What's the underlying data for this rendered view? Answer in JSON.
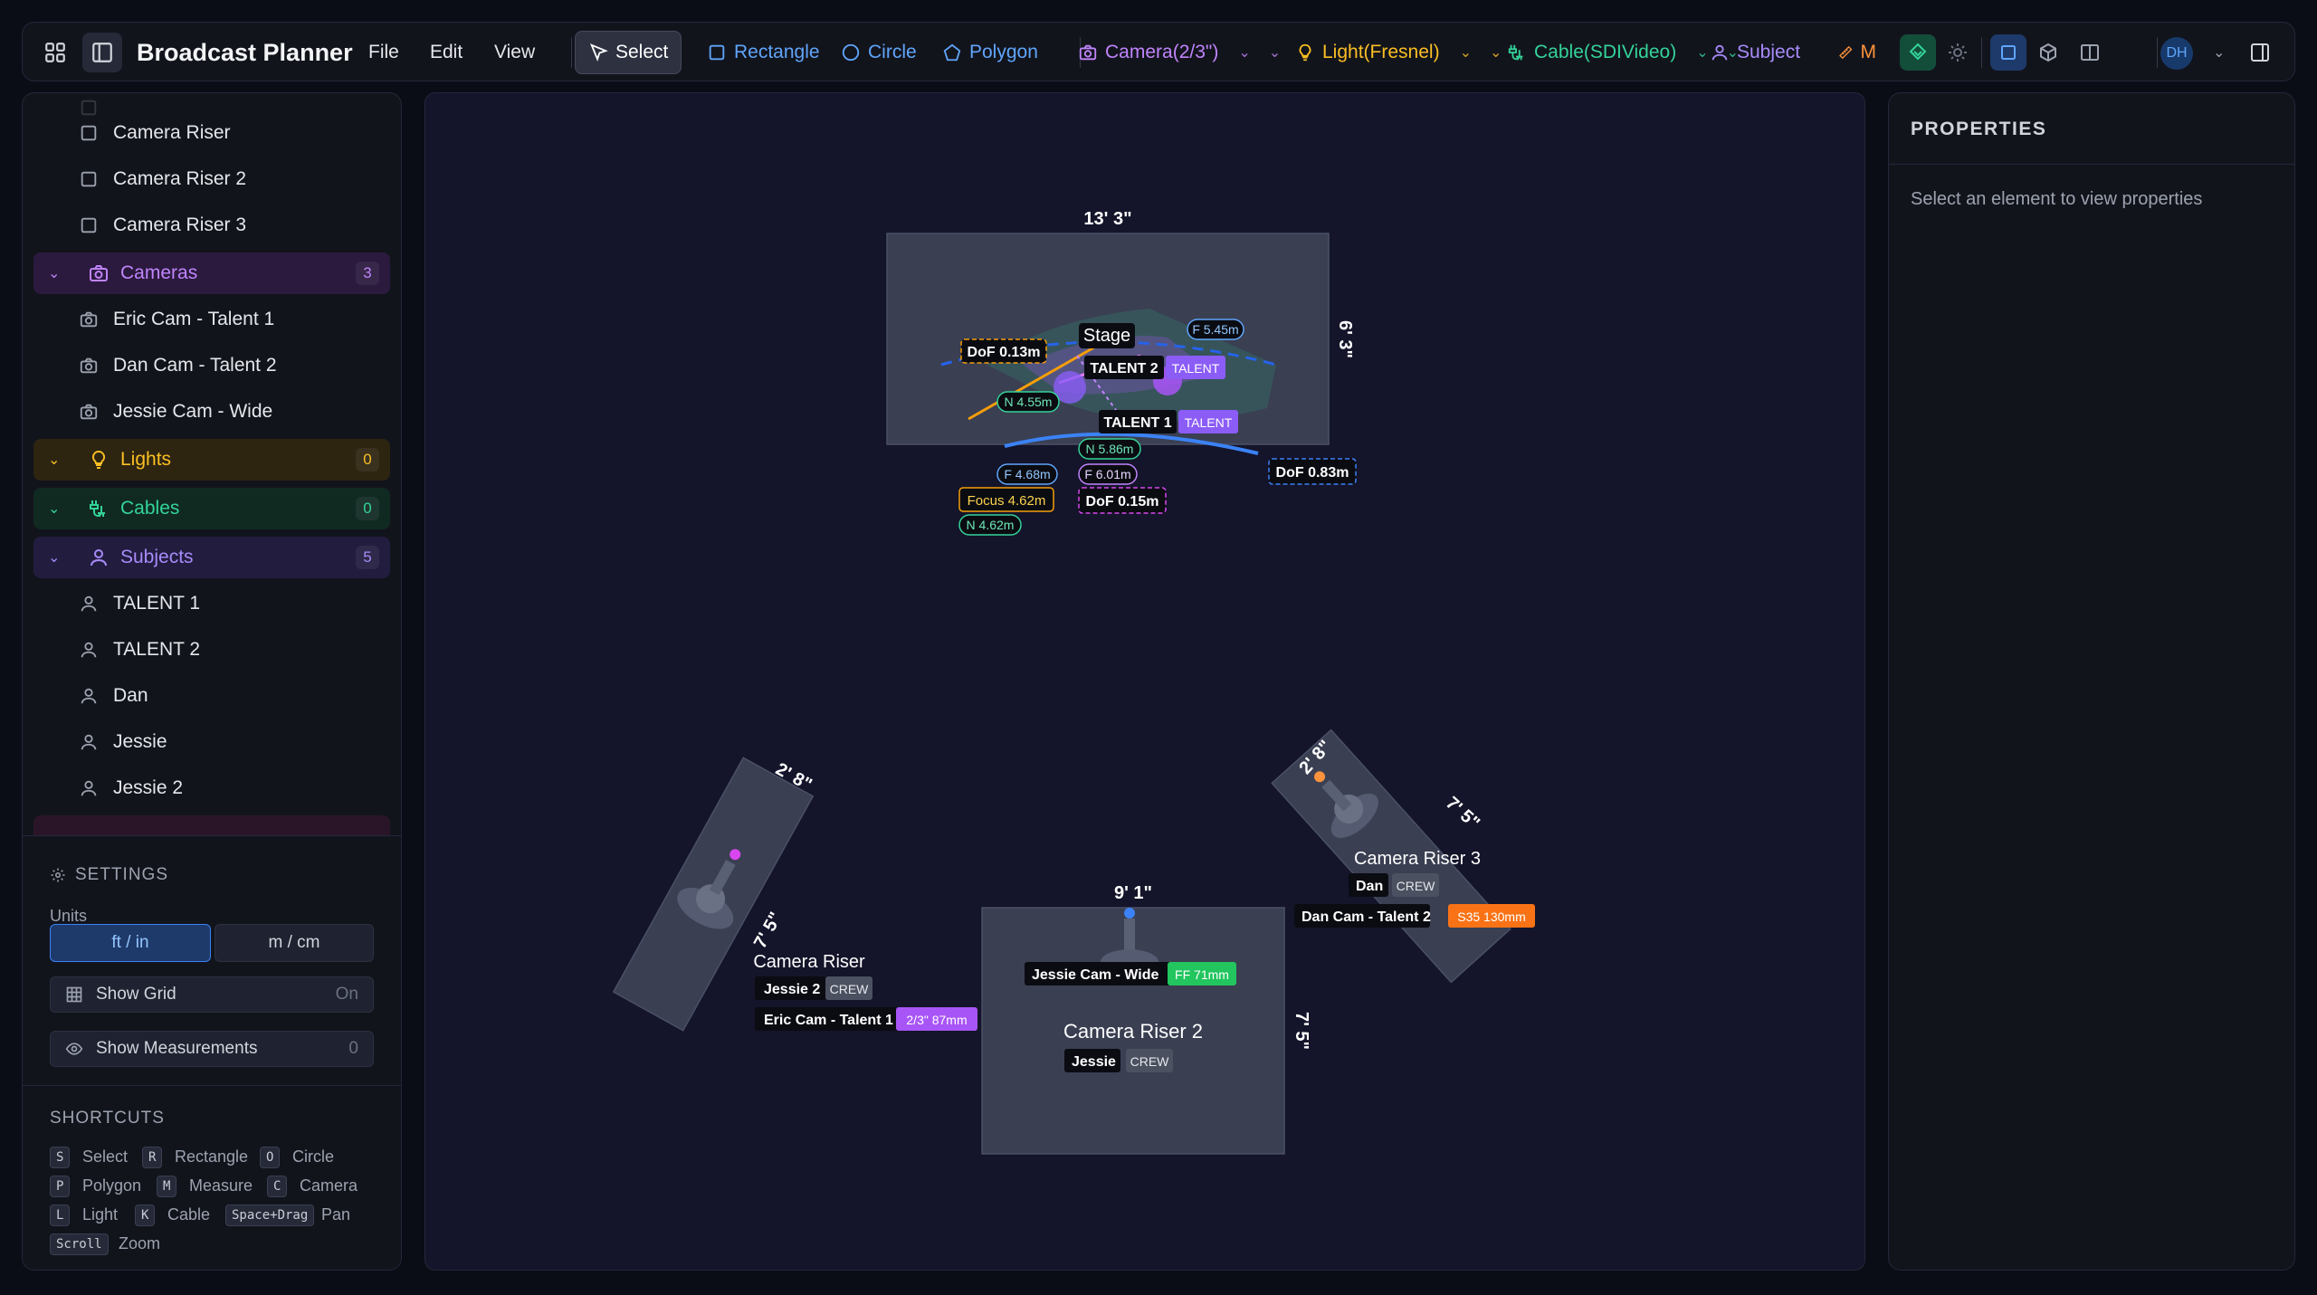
{
  "app": {
    "title": "Broadcast Planner",
    "user_initials": "DH"
  },
  "menu": {
    "file": "File",
    "edit": "Edit",
    "view": "View"
  },
  "tools": {
    "select": "Select",
    "rectangle": "Rectangle",
    "circle": "Circle",
    "polygon": "Polygon",
    "camera_line1": "Camera",
    "camera_line2": "(2/3\")",
    "light_line1": "Light",
    "light_line2": "(Fresnel)",
    "cable_line1": "Cable",
    "cable_line2": "(SDI",
    "cable_line3": "Video)",
    "subject": "Subject",
    "measure_partial": "M"
  },
  "colors": {
    "select": "#ffffff",
    "rect": "#60a5fa",
    "camera": "#c084fc",
    "light": "#fbbf24",
    "cable": "#34d399",
    "subject": "#a78bfa",
    "measure": "#fb923c"
  },
  "sidebar": {
    "risers": [
      {
        "label": "Camera Riser"
      },
      {
        "label": "Camera Riser 2"
      },
      {
        "label": "Camera Riser 3"
      }
    ],
    "categories": {
      "cameras": {
        "label": "Cameras",
        "count": "3"
      },
      "lights": {
        "label": "Lights",
        "count": "0"
      },
      "cables": {
        "label": "Cables",
        "count": "0"
      },
      "subjects": {
        "label": "Subjects",
        "count": "5"
      }
    },
    "cameras": [
      {
        "label": "Eric Cam - Talent 1"
      },
      {
        "label": "Dan Cam - Talent 2"
      },
      {
        "label": "Jessie Cam - Wide"
      }
    ],
    "subjects": [
      {
        "label": "TALENT 1"
      },
      {
        "label": "TALENT 2"
      },
      {
        "label": "Dan"
      },
      {
        "label": "Jessie"
      },
      {
        "label": "Jessie 2"
      }
    ]
  },
  "settings": {
    "title": "SETTINGS",
    "units_label": "Units",
    "unit_imperial": "ft / in",
    "unit_metric": "m / cm",
    "show_grid": "Show Grid",
    "show_grid_value": "On",
    "show_measurements": "Show Measurements",
    "show_measurements_value": "0"
  },
  "shortcuts": {
    "title": "SHORTCUTS",
    "items": [
      {
        "key": "S",
        "label": "Select"
      },
      {
        "key": "R",
        "label": "Rectangle"
      },
      {
        "key": "O",
        "label": "Circle"
      },
      {
        "key": "P",
        "label": "Polygon"
      },
      {
        "key": "M",
        "label": "Measure"
      },
      {
        "key": "C",
        "label": "Camera"
      },
      {
        "key": "L",
        "label": "Light"
      },
      {
        "key": "K",
        "label": "Cable"
      },
      {
        "key": "Space+Drag",
        "label": "Pan"
      },
      {
        "key": "Scroll",
        "label": "Zoom"
      }
    ]
  },
  "properties": {
    "title": "PROPERTIES",
    "empty": "Select an element to view properties"
  },
  "canvas": {
    "stage": {
      "label": "Stage",
      "width": "13' 3\"",
      "depth": "6' 3\""
    },
    "riser1": {
      "label": "Camera Riser",
      "width": "2' 8\"",
      "depth": "7' 5\""
    },
    "riser2": {
      "label": "Camera Riser 2",
      "width": "9' 1\"",
      "depth": "7' 5\""
    },
    "riser3": {
      "label": "Camera Riser 3",
      "width": "2' 8\"",
      "depth": "7' 5\""
    },
    "talent1": {
      "name": "TALENT 1",
      "role": "TALENT"
    },
    "talent2": {
      "name": "TALENT 2",
      "role": "TALENT"
    },
    "crew": [
      {
        "name": "Jessie 2",
        "role": "CREW"
      },
      {
        "name": "Jessie",
        "role": "CREW"
      },
      {
        "name": "Dan",
        "role": "CREW"
      }
    ],
    "cams": {
      "eric": {
        "name": "Eric Cam - Talent 1",
        "lens": "2/3\" 87mm"
      },
      "jessie": {
        "name": "Jessie Cam - Wide",
        "lens": "FF 71mm"
      },
      "dan": {
        "name": "Dan Cam - Talent 2",
        "lens": "S35 130mm"
      }
    },
    "focus_labels": {
      "dof_a": "DoF 0.13m",
      "dof_b": "DoF 0.83m",
      "dof_c": "DoF 0.15m",
      "f_545": "F 5.45m",
      "n_455": "N 4.55m",
      "n_586": "N 5.86m",
      "f_468": "F 4.68m",
      "f_601": "F 6.01m",
      "focus": "Focus 4.62m",
      "n_462": "N 4.62m"
    }
  }
}
